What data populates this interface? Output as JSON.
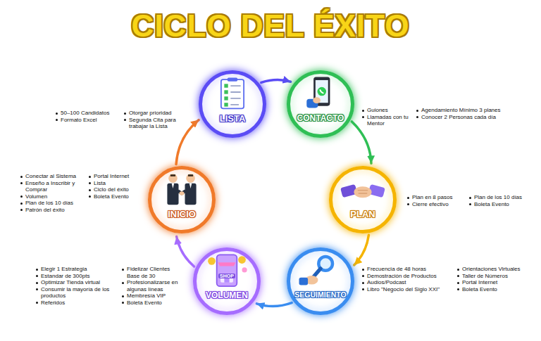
{
  "diagram": {
    "title": "CICLO DEL ÉXITO",
    "nodes": [
      {
        "text": [
          "LISTA"
        ]
      },
      {
        "text": [
          "CONTACTO"
        ]
      },
      {
        "text": [
          "PLAN"
        ]
      },
      {
        "text": [
          "SEGUIMIENTO"
        ]
      },
      {
        "text": [
          "VOLUMEN"
        ]
      },
      {
        "text": [
          "INICIO"
        ]
      }
    ],
    "edges": [
      {
        "from": 0,
        "to": 1,
        "arrow": "to"
      },
      {
        "from": 1,
        "to": 2,
        "arrow": "to"
      },
      {
        "from": 2,
        "to": 3,
        "arrow": "to"
      },
      {
        "from": 3,
        "to": 4,
        "arrow": "to"
      },
      {
        "from": 4,
        "to": 5,
        "arrow": "to"
      },
      {
        "from": 5,
        "to": 0,
        "arrow": "to"
      }
    ],
    "labels": [
      "50–100 Candidatos",
      "Formato Excel",
      "Otorgar prioridad",
      "Segunda Cita para trabajar la Lista",
      "Guiones",
      "Llamadas con tu Mentor",
      "Agendamiento Mínimo 3 planes",
      "Conocer 2 Personas cada día",
      "Conectar al Sistema",
      "Enseño a Inscribir y Comprar",
      "Volumen",
      "Plan de los 10 días",
      "Patrón del éxito",
      "Portal Internet",
      "Lista",
      "Ciclo del éxito",
      "Boleta Evento",
      "Plan en 8 pasos",
      "Cierre efectivo",
      "Plan de los 10 días",
      "Boleta Evento",
      "Elegir 1 Estrategia",
      "Estandar de 300pts",
      "Optimizar Tienda virtual",
      "Consumir la mayoría de los productos",
      "Referidos",
      "Fidelizar Clientes Base de 30",
      "Profesionalizarse en algunas líneas",
      "Membresía VIP",
      "Boleta Evento",
      "Frecuencia de 48 horas",
      "Demostración de Productos",
      "Audios/Podcast",
      "Libro \"Negocio del Siglo XXI\"",
      "Orientaciones Virtuales",
      "Taller de Números",
      "Portal Internet",
      "Boleta Evento",
      "SHOP"
    ]
  }
}
